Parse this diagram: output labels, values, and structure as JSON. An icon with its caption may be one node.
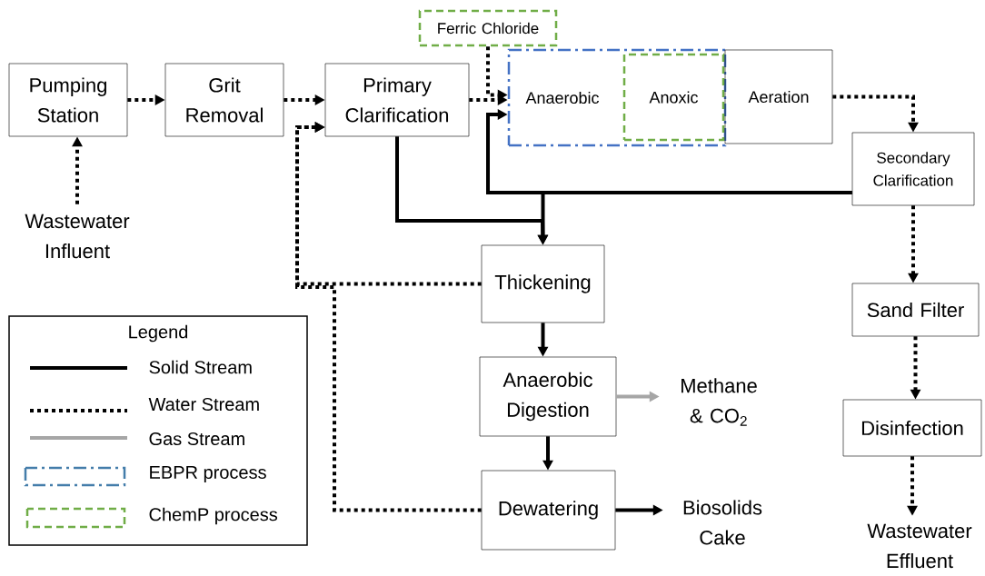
{
  "diagram": {
    "nodes": [
      {
        "text": [
          "Pumping Station"
        ]
      },
      {
        "text": [
          "Grit Removal"
        ]
      },
      {
        "text": [
          "Primary Clarification"
        ]
      },
      {
        "text": [
          "Ferric Chloride"
        ]
      },
      {
        "text": [],
        "shape": "box"
      },
      {
        "text": [
          "Anaerobic"
        ],
        "in": 4
      },
      {
        "text": [
          "Anoxic"
        ],
        "in": 4
      },
      {
        "text": [
          "Aeration"
        ]
      },
      {
        "text": [
          "Secondary Clarification"
        ]
      },
      {
        "text": [
          "Thickening"
        ]
      },
      {
        "text": [
          "Sand Filter"
        ]
      },
      {
        "text": [
          "Anaerobic Digestion"
        ]
      },
      {
        "text": [
          "Methane & CO$_{2}$"
        ]
      },
      {
        "text": [
          "Disinfection"
        ]
      },
      {
        "text": [
          "Dewatering"
        ]
      },
      {
        "text": [
          "Biosolids Cake"
        ]
      },
      {
        "text": [
          "Wastewater Influent"
        ]
      },
      {
        "text": [
          "Wastewater Effluent"
        ]
      }
    ],
    "edges": [
      {
        "from": 16,
        "to": 0,
        "arrow": "to",
        "style": "dashed"
      },
      {
        "from": 0,
        "to": 1,
        "arrow": "to",
        "style": "dashed"
      },
      {
        "from": 1,
        "to": 2,
        "arrow": "to",
        "style": "dashed"
      },
      {
        "from": 2,
        "to": 4,
        "arrow": "to",
        "style": "dashed"
      },
      {
        "from": 3,
        "to": 4,
        "arrow": "to",
        "style": "dashed"
      },
      {
        "from": 8,
        "to": 4,
        "arrow": "to"
      },
      {
        "from": 8,
        "to": 9,
        "arrow": "to"
      },
      {
        "from": 2,
        "to": 9,
        "arrow": "to"
      },
      {
        "from": 9,
        "to": 2,
        "arrow": "to",
        "style": "dashed"
      },
      {
        "from": 14,
        "to": 2,
        "arrow": "to",
        "style": "dashed"
      },
      {
        "from": 9,
        "to": 11,
        "arrow": "to"
      },
      {
        "from": 11,
        "to": 12,
        "arrow": "to",
        "color": "#a6a6a6"
      },
      {
        "from": 11,
        "to": 14,
        "arrow": "to"
      },
      {
        "from": 14,
        "to": 15,
        "arrow": "to"
      },
      {
        "from": 7,
        "to": 8,
        "arrow": "to",
        "style": "dashed"
      },
      {
        "from": 8,
        "to": 10,
        "arrow": "to",
        "style": "dashed"
      },
      {
        "from": 10,
        "to": 13,
        "arrow": "to",
        "style": "dashed"
      },
      {
        "from": 13,
        "to": 17,
        "arrow": "to",
        "style": "dashed"
      }
    ],
    "labels": [
      "Legend"
    ],
    "legend": [
      {
        "text": "Solid Stream"
      },
      {
        "text": "Water Stream"
      },
      {
        "text": "Gas Stream"
      },
      {
        "text": "EBPR process"
      },
      {
        "text": "ChemP process"
      }
    ]
  }
}
